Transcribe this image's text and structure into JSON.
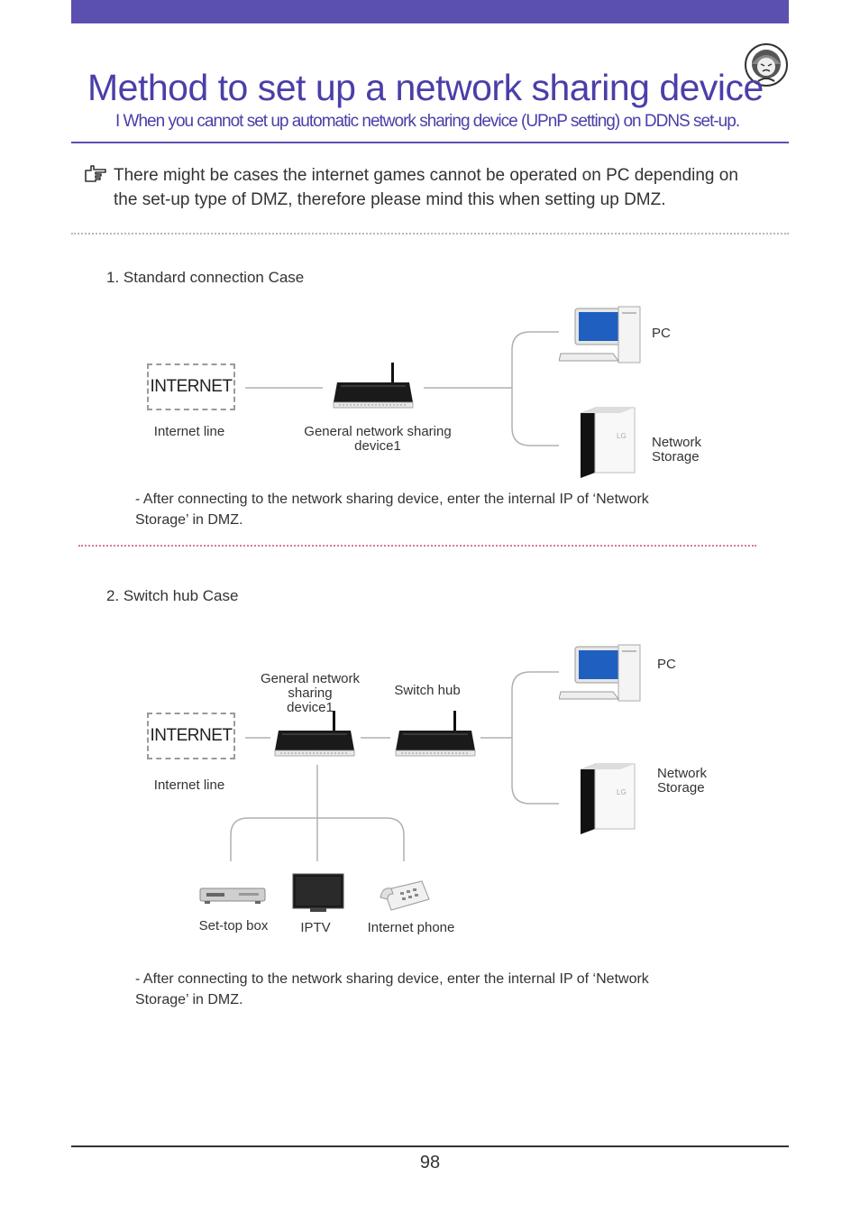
{
  "header": {
    "title": "Method to set up a network sharing device",
    "subtitle": "I  When you cannot set up automatic network sharing device (UPnP setting) on DDNS set-up.",
    "mascot_icon": "worried-face-icon"
  },
  "note": {
    "icon": "pointing-hand-icon",
    "text": "There might be cases the internet games cannot be operated on PC depending on the set-up type of DMZ, therefore please mind this when setting up DMZ."
  },
  "section1": {
    "heading": "1. Standard connection Case",
    "internet_label": "INTERNET",
    "internet_caption": "Internet line",
    "router_caption": "General network sharing\ndevice1",
    "pc_label": "PC",
    "storage_label": "Network\nStorage",
    "note": "- After connecting to the network sharing device, enter the internal IP of ‘Network Storage’ in DMZ."
  },
  "section2": {
    "heading": "2. Switch hub Case",
    "internet_label": "INTERNET",
    "internet_caption": "Internet line",
    "router_caption": "General network\nsharing\ndevice1",
    "switch_caption": "Switch hub",
    "pc_label": "PC",
    "storage_label": "Network\nStorage",
    "settop_caption": "Set-top box",
    "iptv_caption": "IPTV",
    "phone_caption": "Internet phone",
    "note": "- After connecting to the network sharing device, enter the internal IP of ‘Network Storage’ in DMZ."
  },
  "footer": {
    "page_number": "98"
  },
  "colors": {
    "accent": "#5b4fb0",
    "title_text": "#4a3fa8",
    "divider_dots": "#b8b8b8",
    "section_dots": "#d77a9a"
  }
}
